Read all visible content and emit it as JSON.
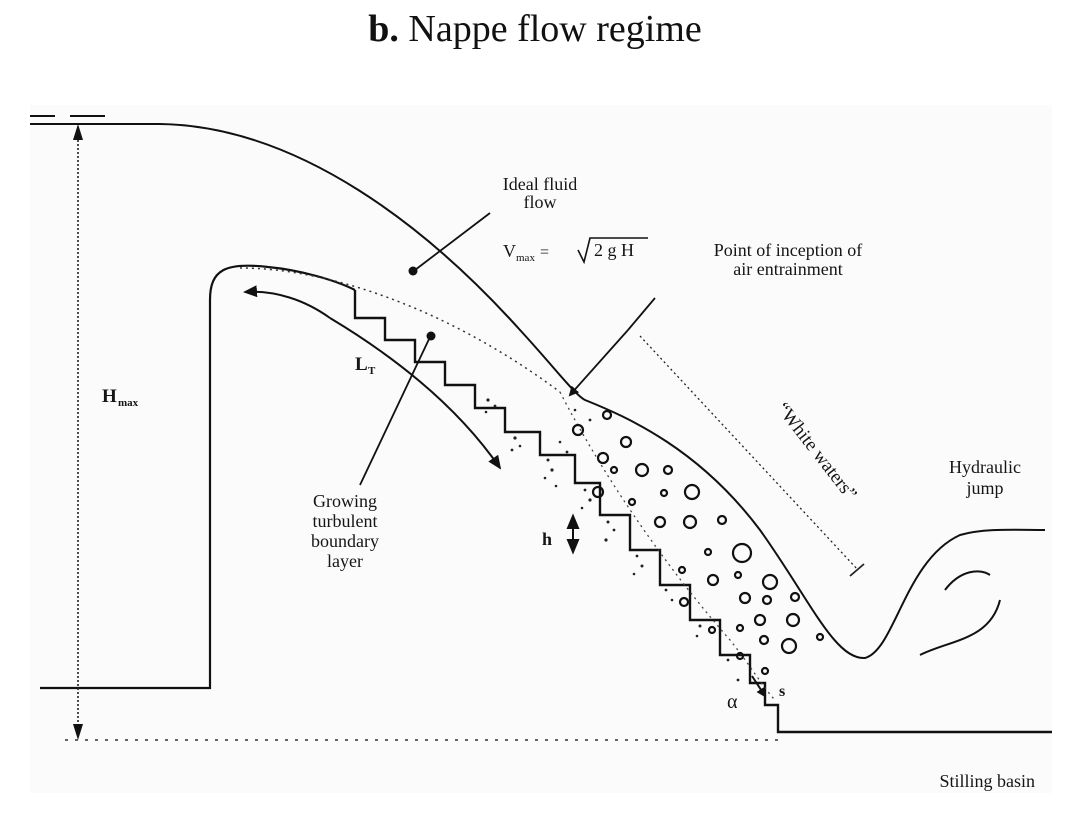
{
  "title": {
    "prefix": "b.",
    "text": "Nappe flow regime"
  },
  "labels": {
    "ideal_flow_line1": "Ideal fluid",
    "ideal_flow_line2": "flow",
    "vmax_symbol": "V",
    "vmax_sub": "max",
    "vmax_eq": "=",
    "vmax_expr": "2 g H",
    "inception_line1": "Point of inception of",
    "inception_line2": "air entrainment",
    "white_waters": "“White waters”",
    "hydraulic_line1": "Hydraulic",
    "hydraulic_line2": "jump",
    "hmax_symbol": "H",
    "hmax_sub": "max",
    "lt_symbol": "L",
    "lt_sub": "T",
    "boundary_line1": "Growing",
    "boundary_line2": "turbulent",
    "boundary_line3": "boundary",
    "boundary_line4": "layer",
    "step_height": "h",
    "step_length": "s",
    "angle": "α",
    "stilling_basin": "Stilling basin"
  }
}
